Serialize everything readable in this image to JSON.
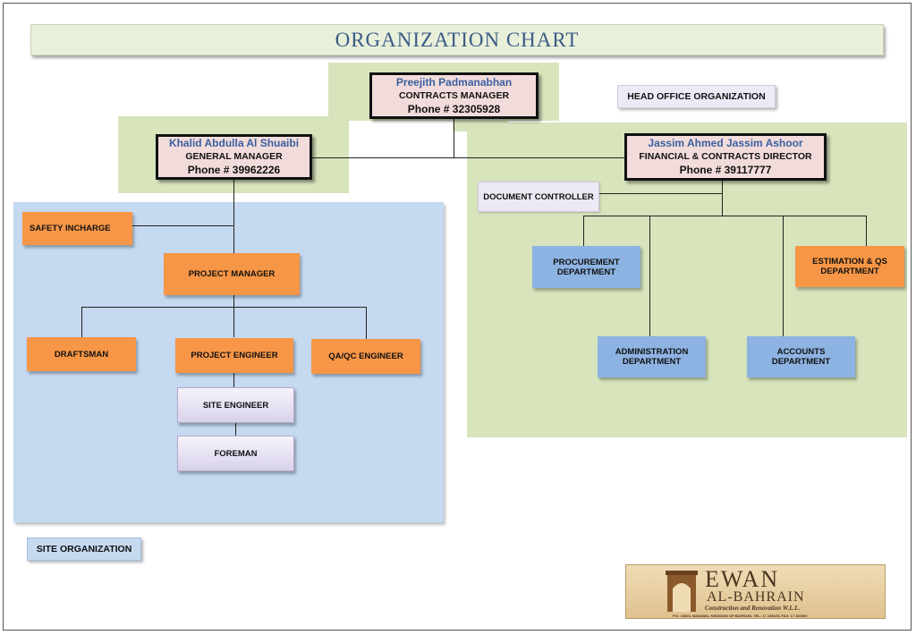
{
  "title": "ORGANIZATION CHART",
  "head_office_label": "HEAD OFFICE ORGANIZATION",
  "site_label": "SITE ORGANIZATION",
  "people": {
    "contracts_manager": {
      "name": "Preejith Padmanabhan",
      "role": "CONTRACTS MANAGER",
      "phone": "Phone # 32305928"
    },
    "general_manager": {
      "name": "Khalid Abdulla Al Shuaibi",
      "role": "GENERAL MANAGER",
      "phone": "Phone # 39962226"
    },
    "financial_director": {
      "name": "Jassim Ahmed Jassim Ashoor",
      "role": "FINANCIAL & CONTRACTS DIRECTOR",
      "phone": "Phone # 39117777"
    }
  },
  "site": {
    "safety": "SAFETY INCHARGE",
    "project_manager": "PROJECT MANAGER",
    "draftsman": "DRAFTSMAN",
    "project_engineer": "PROJECT ENGINEER",
    "qaqc": "QA/QC ENGINEER",
    "site_engineer": "SITE ENGINEER",
    "foreman": "FOREMAN"
  },
  "head_office": {
    "document_controller": "DOCUMENT CONTROLLER",
    "procurement": [
      "PROCUREMENT",
      "DEPARTMENT"
    ],
    "estimation": [
      "ESTIMATION & QS",
      "DEPARTMENT"
    ],
    "administration": [
      "ADMINISTRATION",
      "DEPARTMENT"
    ],
    "accounts": [
      "ACCOUNTS",
      "DEPARTMENT"
    ]
  },
  "logo": {
    "name": "EWAN",
    "sub": "AL-BAHRAIN",
    "tagline": "Construction and Renovation W.L.L.",
    "address": "P.O. 15404, MANAMA, KINGDOM OF BAHRAIN, TEL: 17 230025, FAX: 17 252000"
  },
  "colors": {
    "green_zone": "#d7e4bc",
    "blue_zone": "#c5d9f1",
    "orange_box": "#f79646",
    "department_box": "#8db3e2",
    "person_box": "#f2dcdb",
    "name_text": "#3a5fa0"
  }
}
